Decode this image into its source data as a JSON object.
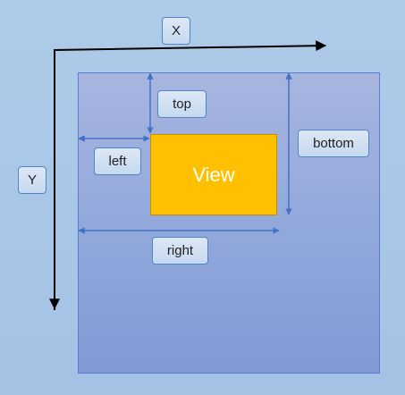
{
  "axes": {
    "x_label": "X",
    "y_label": "Y"
  },
  "view": {
    "label": "View",
    "fill_color": "#ffc000"
  },
  "dimensions": {
    "top": "top",
    "left": "left",
    "right": "right",
    "bottom": "bottom"
  },
  "colors": {
    "background": "#aecbe9",
    "container": "#8ea6da",
    "arrows": "#4472c4",
    "axis": "#000000"
  }
}
